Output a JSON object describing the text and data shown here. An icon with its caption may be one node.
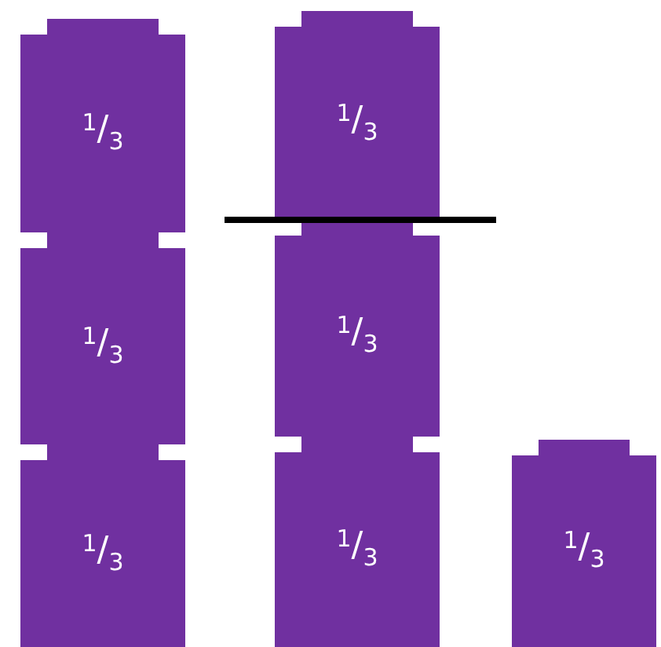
{
  "diagram": {
    "nodes": [
      {
        "text": [
          "$^{1}$/$_{3}$"
        ]
      },
      {
        "text": [
          "$^{1}$/$_{3}$"
        ]
      },
      {
        "text": [
          "$^{1}$/$_{3}$"
        ]
      },
      {
        "text": [
          "$^{1}$/$_{3}$"
        ]
      },
      {
        "text": [
          "$^{1}$/$_{3}$"
        ]
      },
      {
        "text": [
          "$^{1}$/$_{3}$"
        ]
      },
      {
        "text": [
          "$^{1}$/$_{3}$"
        ]
      }
    ]
  }
}
